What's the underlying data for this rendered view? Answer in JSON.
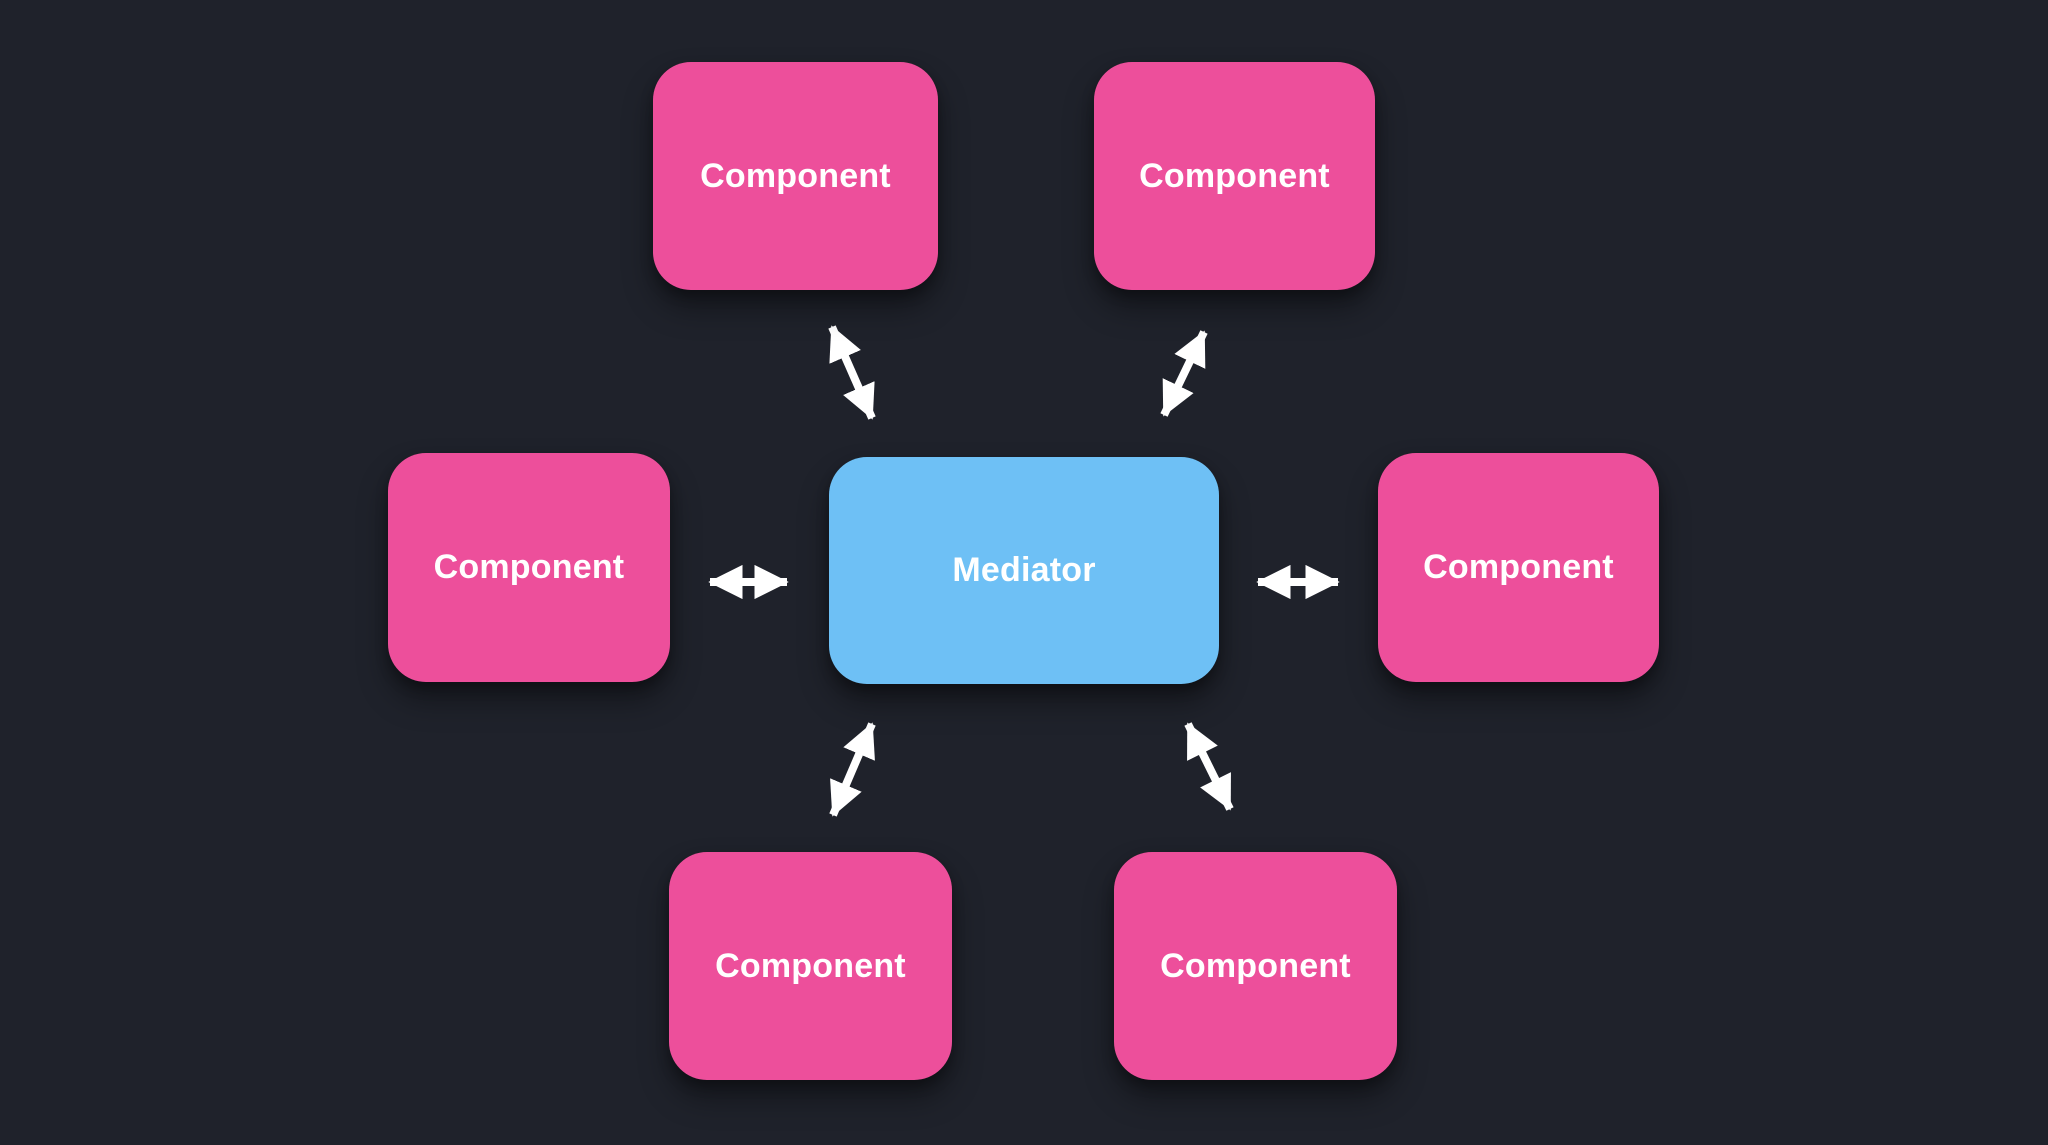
{
  "diagram": {
    "type": "mediator-pattern",
    "colors": {
      "background": "#1f222b",
      "component": "#ed4f9b",
      "mediator": "#6ec0f5",
      "arrow": "#ffffff",
      "label": "#ffffff"
    },
    "nodes": {
      "mediator": {
        "label": "Mediator"
      },
      "top_left": {
        "label": "Component"
      },
      "top_right": {
        "label": "Component"
      },
      "left": {
        "label": "Component"
      },
      "right": {
        "label": "Component"
      },
      "bottom_left": {
        "label": "Component"
      },
      "bottom_right": {
        "label": "Component"
      }
    },
    "edges": [
      {
        "from": "top_left",
        "to": "mediator",
        "bidirectional": true
      },
      {
        "from": "top_right",
        "to": "mediator",
        "bidirectional": true
      },
      {
        "from": "left",
        "to": "mediator",
        "bidirectional": true
      },
      {
        "from": "right",
        "to": "mediator",
        "bidirectional": true
      },
      {
        "from": "bottom_left",
        "to": "mediator",
        "bidirectional": true
      },
      {
        "from": "bottom_right",
        "to": "mediator",
        "bidirectional": true
      }
    ]
  }
}
